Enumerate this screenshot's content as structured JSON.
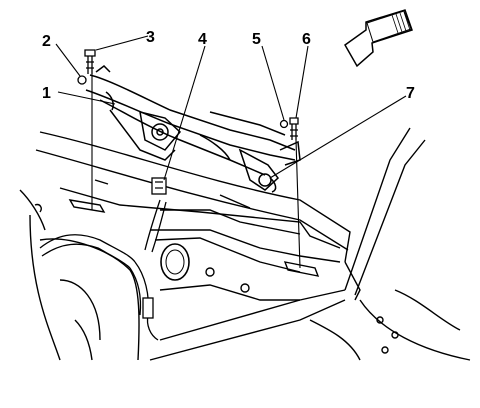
{
  "diagram": {
    "callouts": [
      {
        "id": "c1",
        "label": "1"
      },
      {
        "id": "c2",
        "label": "2"
      },
      {
        "id": "c3",
        "label": "3"
      },
      {
        "id": "c4",
        "label": "4"
      },
      {
        "id": "c5",
        "label": "5"
      },
      {
        "id": "c6",
        "label": "6"
      },
      {
        "id": "c7",
        "label": "7"
      }
    ],
    "direction_arrow": "arrow-left-icon"
  }
}
